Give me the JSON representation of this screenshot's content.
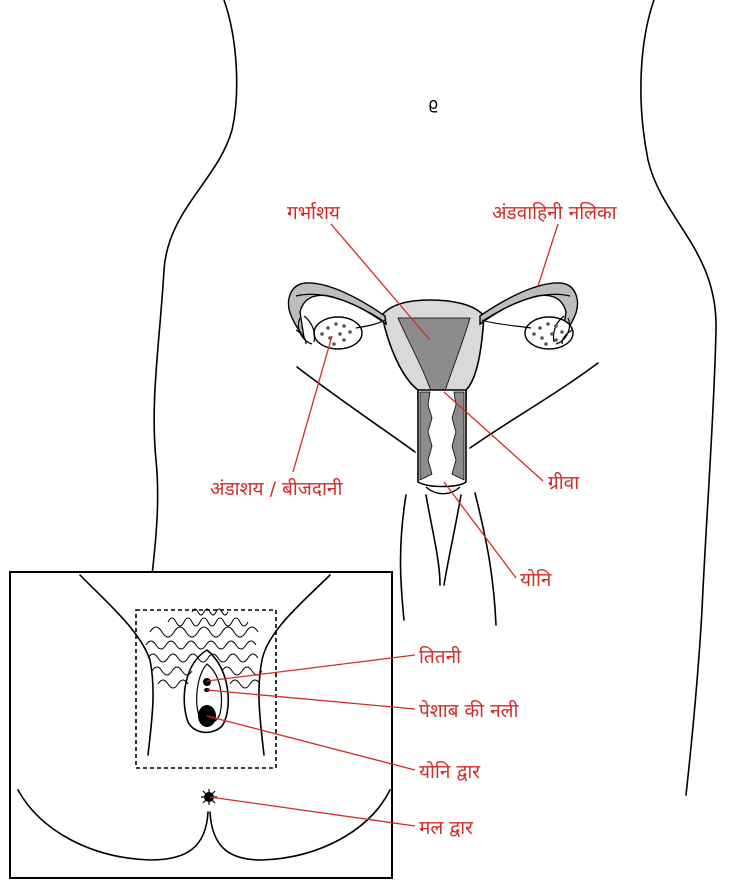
{
  "colors": {
    "label": "#d62a24",
    "outline": "#000000",
    "organ_fill": "#8c8c8c",
    "organ_light": "#bdbdbd"
  },
  "body_diagram": {
    "navel_glyph": "ϱ",
    "labels": {
      "uterus": "गर्भाशय",
      "fallopian_tube": "अंडवाहिनी नलिका",
      "ovary": "अंडाशय / बीजदानी",
      "cervix": "ग्रीवा",
      "vagina": "योनि"
    }
  },
  "inset_diagram": {
    "labels": {
      "clitoris": "तितनी",
      "urethra": "पेशाब की नली",
      "vaginal_opening": "योनि द्वार",
      "anus": "मल द्वार"
    }
  }
}
